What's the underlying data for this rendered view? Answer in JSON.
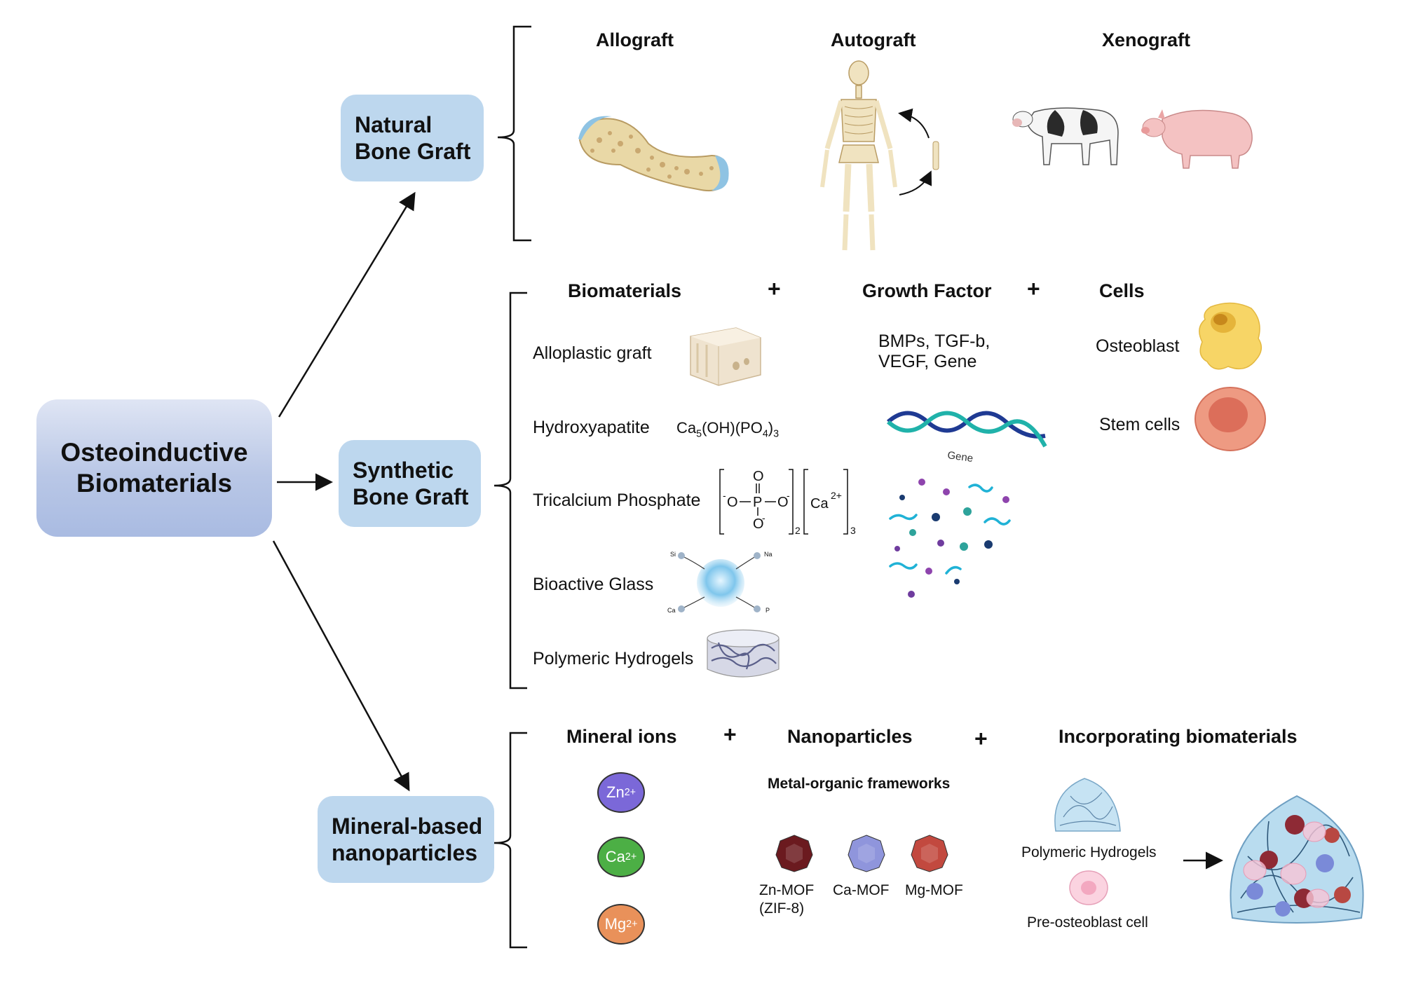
{
  "main": {
    "line1": "Osteoinductive",
    "line2": "Biomaterials"
  },
  "natural": {
    "box_line1": "Natural",
    "box_line2": "Bone Graft",
    "headers": [
      "Allograft",
      "Autograft",
      "Xenograft"
    ]
  },
  "synthetic": {
    "box_line1": "Synthetic",
    "box_line2": "Bone Graft",
    "headers": {
      "biomaterials": "Biomaterials",
      "growth_factor": "Growth Factor",
      "cells": "Cells"
    },
    "plus": "+",
    "materials": [
      "Alloplastic graft",
      "Hydroxyapatite",
      "Tricalcium Phosphate",
      "Bioactive Glass",
      "Polymeric Hydrogels"
    ],
    "growth_factors_line1": "BMPs, TGF-b,",
    "growth_factors_line2": "VEGF, Gene",
    "gene_label": "Gene",
    "cells": [
      "Osteoblast",
      "Stem cells"
    ],
    "glass_labels": {
      "si": "Si",
      "na": "Na",
      "ca": "Ca",
      "p": "P"
    },
    "hydroxyapatite_formula": {
      "ca": "Ca",
      "ca_sub": "5",
      "mid": "(OH)(PO",
      "po_sub": "4",
      "end": ")",
      "end_sub": "3"
    },
    "tcp_formula": {
      "o": "O",
      "p": "P",
      "minus": "-",
      "ca": "Ca",
      "ca_sup": "2+",
      "sub_2": "2",
      "sub_3": "3"
    }
  },
  "mineral": {
    "box_line1": "Mineral-based",
    "box_line2": "nanoparticles",
    "headers": {
      "ions": "Mineral ions",
      "nano": "Nanoparticles",
      "incorp": "Incorporating biomaterials"
    },
    "ions": [
      {
        "symbol": "Zn",
        "charge": "2+",
        "color": "#7b68d8"
      },
      {
        "symbol": "Ca",
        "charge": "2+",
        "color": "#4caf45"
      },
      {
        "symbol": "Mg",
        "charge": "2+",
        "color": "#e9915a"
      }
    ],
    "mof_title": "Metal-organic frameworks",
    "mofs": [
      {
        "line1": "Zn-MOF",
        "line2": "(ZIF-8)",
        "color": "#6b1a1f"
      },
      {
        "line1": "Ca-MOF",
        "line2": "",
        "color": "#8f95dc"
      },
      {
        "line1": "Mg-MOF",
        "line2": "",
        "color": "#c2493f"
      }
    ],
    "incorp_items": [
      "Polymeric Hydrogels",
      "Pre-osteoblast cell"
    ]
  }
}
